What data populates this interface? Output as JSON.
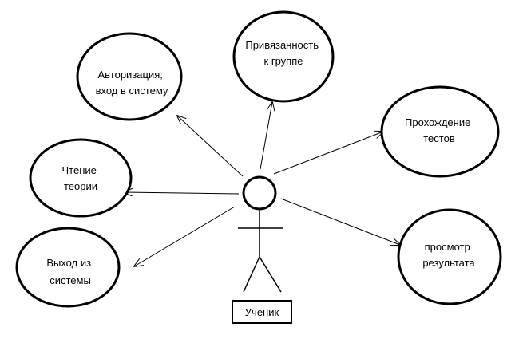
{
  "actor": {
    "label": "Ученик"
  },
  "use_cases": [
    {
      "id": "auth",
      "lines": [
        "Авторизация,",
        "вход в систему"
      ]
    },
    {
      "id": "group",
      "lines": [
        "Привязанность",
        "к группе"
      ]
    },
    {
      "id": "tests",
      "lines": [
        "Прохождение",
        "тестов"
      ]
    },
    {
      "id": "theory",
      "lines": [
        "Чтение",
        "теории"
      ]
    },
    {
      "id": "results",
      "lines": [
        "просмотр",
        "результата"
      ]
    },
    {
      "id": "exit",
      "lines": [
        "Выход из",
        "системы"
      ]
    }
  ]
}
